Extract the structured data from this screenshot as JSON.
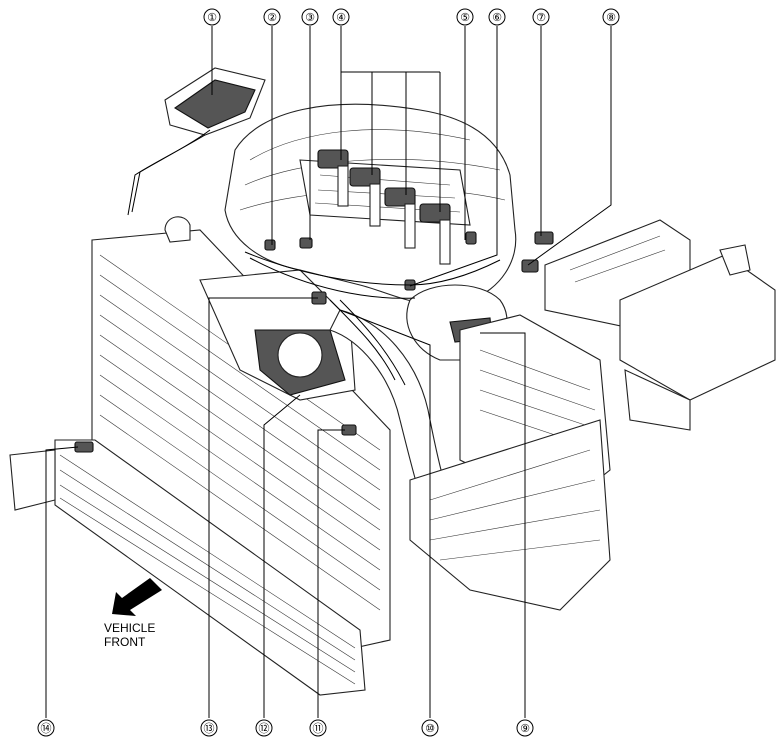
{
  "callouts": [
    {
      "id": "c1",
      "label": "①"
    },
    {
      "id": "c2",
      "label": "②"
    },
    {
      "id": "c3",
      "label": "③"
    },
    {
      "id": "c4",
      "label": "④"
    },
    {
      "id": "c5",
      "label": "⑤"
    },
    {
      "id": "c6",
      "label": "⑥"
    },
    {
      "id": "c7",
      "label": "⑦"
    },
    {
      "id": "c8",
      "label": "⑧"
    },
    {
      "id": "c9",
      "label": "⑨"
    },
    {
      "id": "c10",
      "label": "⑩"
    },
    {
      "id": "c11",
      "label": "⑪"
    },
    {
      "id": "c12",
      "label": "⑫"
    },
    {
      "id": "c13",
      "label": "⑬"
    },
    {
      "id": "c14",
      "label": "⑭"
    }
  ],
  "vehicle_front": {
    "line1": "VEHICLE",
    "line2": "FRONT"
  }
}
